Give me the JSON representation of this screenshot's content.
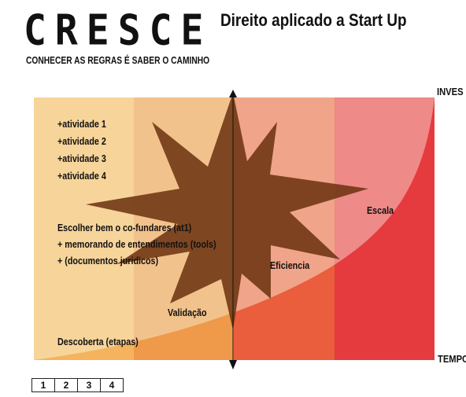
{
  "header": {
    "brand": "CRESCE",
    "subtitle": "Direito aplicado a Start Up",
    "tagline": "CONHECER AS REGRAS É SABER O CAMINHO"
  },
  "axes": {
    "y_label": "INVES",
    "x_label": "TEMPO"
  },
  "activities": [
    "+atividade 1",
    "+atividade 2",
    "+atividade 3",
    "+atividade 4"
  ],
  "cofounders": [
    "Escolher bem o co-fundares (at1)",
    "+ memorando de entendimentos (tools)",
    "+ (documentos juridicos)"
  ],
  "stages": {
    "descoberta": "Descoberta (etapas)",
    "validacao": "Validação",
    "eficiencia": "Eficiencia",
    "escala": "Escala"
  },
  "pagination": [
    "1",
    "2",
    "3",
    "4"
  ],
  "colors": {
    "zone1": "#f7d49a",
    "zone2": "#f2c28c",
    "zone3": "#f0a489",
    "zone4": "#ee8a87",
    "curve_fill_left": "#f2a54a",
    "curve_fill_mid": "#ea5d3d",
    "curve_fill_right": "#e53b3e",
    "star": "#6d3412"
  }
}
